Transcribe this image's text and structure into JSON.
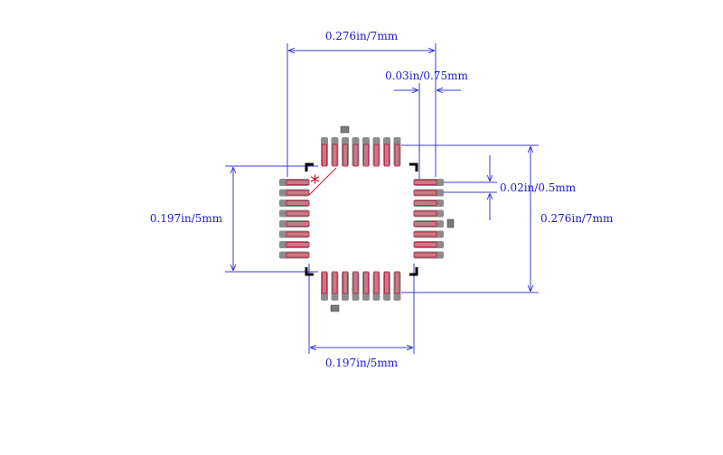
{
  "dimensions": {
    "top_width": "0.276in/7mm",
    "pad_width": "0.03in/0.75mm",
    "pitch": "0.02in/0.5mm",
    "right_height": "0.276in/7mm",
    "left_height": "0.197in/5mm",
    "bottom_width": "0.197in/5mm"
  },
  "package": {
    "pins_per_side": 8,
    "pin1_marker": "*"
  },
  "colors": {
    "dimension": "#3b3bd6",
    "dimension_text": "#1a1acc",
    "pad_outer": "#8c8c8c",
    "pad_inner": "#c77a86",
    "pad_outline": "#b81c3c",
    "marker": "#c8102e",
    "body_corner": "#000000"
  }
}
